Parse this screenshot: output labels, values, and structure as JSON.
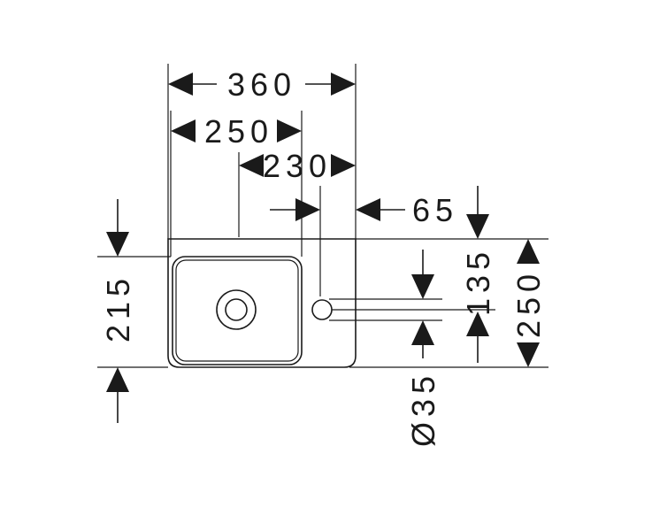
{
  "drawing": {
    "dimensions": {
      "overall_width": "360",
      "bowl_width": "250",
      "bowl_to_edge": "230",
      "tap_offset": "65",
      "tap_from_back": "135",
      "overall_depth": "250",
      "bowl_depth": "215",
      "tap_hole_diameter": "Ø35"
    },
    "colors": {
      "line": "#1a1a1a",
      "background": "#ffffff"
    }
  }
}
